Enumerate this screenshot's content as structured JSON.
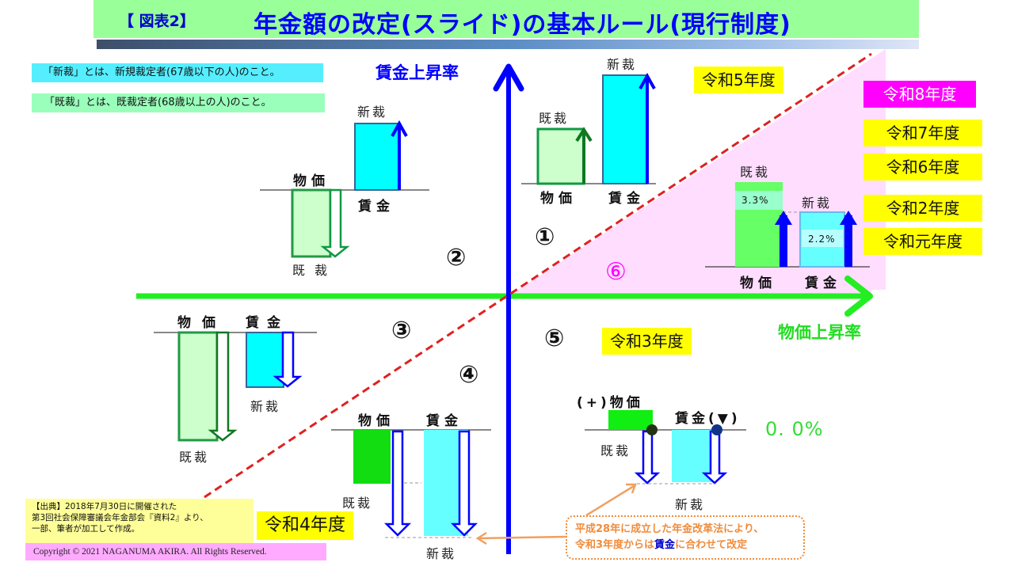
{
  "header": {
    "figure_label": "【 図表2】",
    "title": "年金額の改定(スライド)の基本ルール(現行制度)"
  },
  "notes": {
    "shinsai": "「新裁」とは、新規裁定者(67歳以下の人)のこと。",
    "kisai": "「既裁」とは、既裁定者(68歳以上の人)のこと。"
  },
  "axes": {
    "vertical_label": "賃金上昇率",
    "horizontal_label": "物価上昇率"
  },
  "regions": {
    "r1": "①",
    "r2": "②",
    "r3": "③",
    "r4": "④",
    "r5": "⑤",
    "r6": "⑥"
  },
  "years": {
    "r5": "令和5年度",
    "r8": "令和8年度",
    "r7": "令和7年度",
    "r6": "令和6年度",
    "r2": "令和2年度",
    "r1": "令和元年度",
    "r3": "令和3年度",
    "r4": "令和4年度"
  },
  "labels": {
    "bukka": "物価",
    "chingin": "賃金",
    "kisai": "既裁",
    "shinsai": "新裁",
    "bukka_plus": "(+)物価",
    "chingin_down": "賃金(▼)"
  },
  "region6_values": {
    "kisai_pct": "3.3%",
    "shinsai_pct": "2.2%"
  },
  "region5_value": "0. 0%",
  "callout": {
    "line1": "平成28年に成立した年金改革法により、",
    "line2_pre": "令和3年度からは",
    "line2_hl": "賃金",
    "line2_post": "に合わせて改定"
  },
  "source": {
    "line1": "【出典】2018年7月30日に開催された",
    "line2": "第3回社会保障審議会年金部会『資料2』より、",
    "line3": "一部、筆者が加工して作成。"
  },
  "copyright": "Copyright © 2021 NAGANUMA AKIRA. All Rights Reserved.",
  "colors": {
    "title_bg": "#99ff99",
    "title_text": "#0000ff",
    "wage_axis": "#0000ff",
    "price_axis": "#22ee22",
    "dashed_line": "#e02020",
    "region6_fill": "#ffddff",
    "year_highlight": "#ffff00",
    "year_current": "#ff00ff"
  }
}
